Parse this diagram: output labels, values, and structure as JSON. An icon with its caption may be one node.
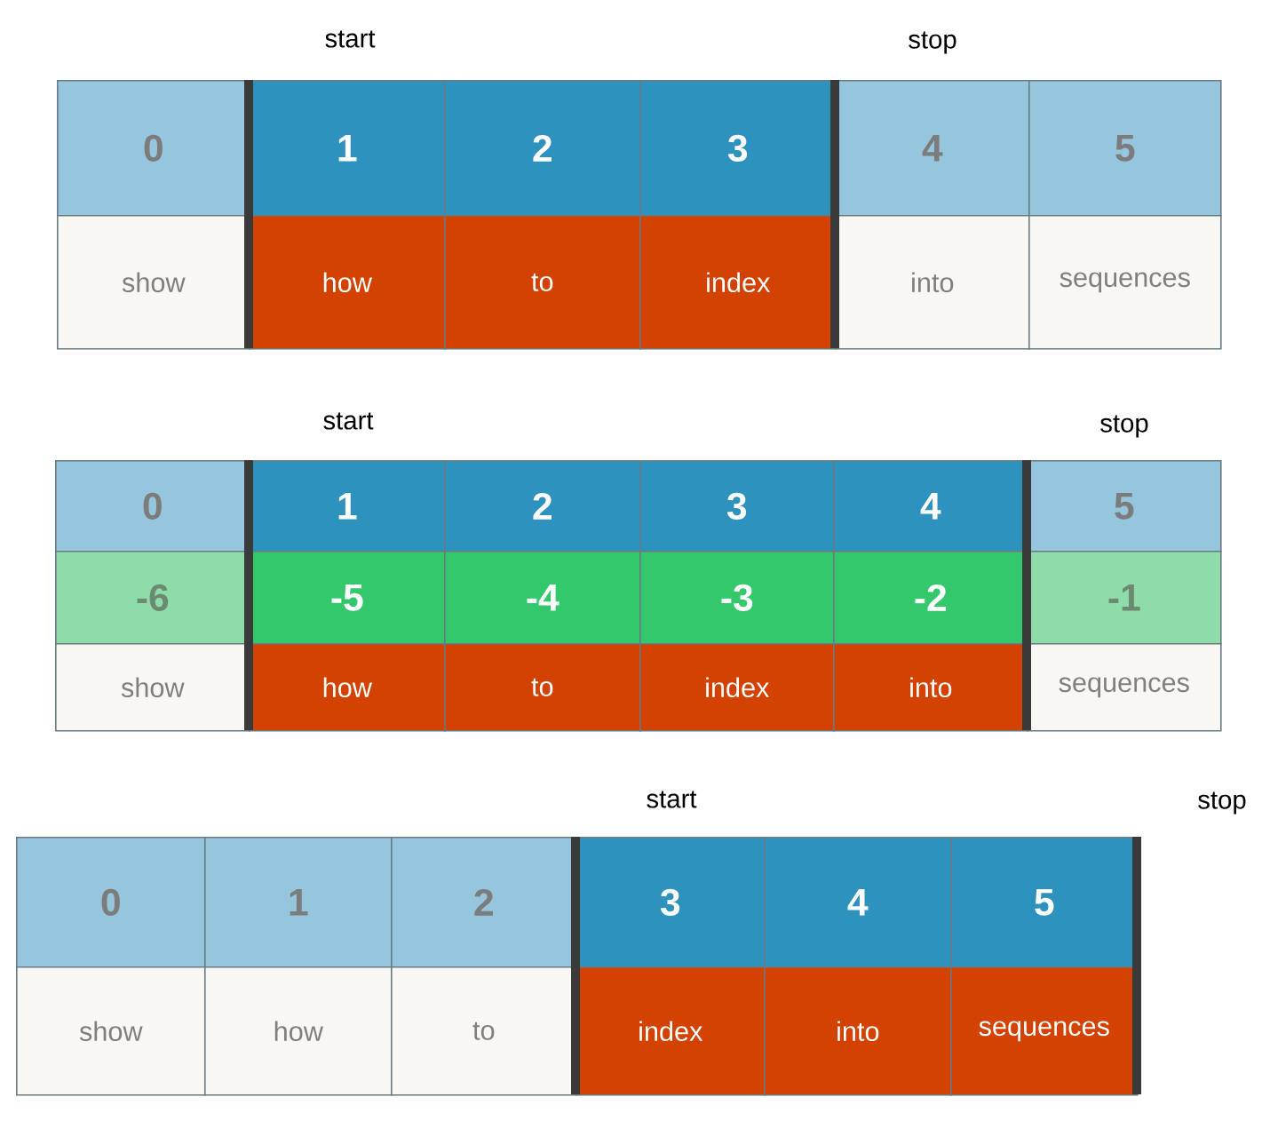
{
  "diagram": {
    "nodes": [
      {
        "text": [
          "0"
        ]
      },
      {
        "text": [
          "1"
        ]
      },
      {
        "text": [
          "2"
        ]
      },
      {
        "text": [
          "3"
        ]
      },
      {
        "text": [
          "4"
        ]
      },
      {
        "text": [
          "5"
        ]
      },
      {
        "text": [
          "show"
        ]
      },
      {
        "text": [
          "how"
        ]
      },
      {
        "text": [
          "to"
        ]
      },
      {
        "text": [
          "index"
        ]
      },
      {
        "text": [
          "into"
        ]
      },
      {
        "text": [
          "sequences"
        ]
      },
      {
        "text": [
          "0"
        ]
      },
      {
        "text": [
          "1"
        ]
      },
      {
        "text": [
          "2"
        ]
      },
      {
        "text": [
          "3"
        ]
      },
      {
        "text": [
          "4"
        ]
      },
      {
        "text": [
          "5"
        ]
      },
      {
        "text": [
          "-6"
        ]
      },
      {
        "text": [
          "-5"
        ]
      },
      {
        "text": [
          "-4"
        ]
      },
      {
        "text": [
          "-3"
        ]
      },
      {
        "text": [
          "-2"
        ]
      },
      {
        "text": [
          "-1"
        ]
      },
      {
        "text": [
          "show"
        ]
      },
      {
        "text": [
          "how"
        ]
      },
      {
        "text": [
          "to"
        ]
      },
      {
        "text": [
          "index"
        ]
      },
      {
        "text": [
          "into"
        ]
      },
      {
        "text": [
          "sequences"
        ]
      },
      {
        "text": [
          "0"
        ]
      },
      {
        "text": [
          "1"
        ]
      },
      {
        "text": [
          "2"
        ]
      },
      {
        "text": [
          "3"
        ]
      },
      {
        "text": [
          "4"
        ]
      },
      {
        "text": [
          "5"
        ]
      },
      {
        "text": [
          "show"
        ]
      },
      {
        "text": [
          "how"
        ]
      },
      {
        "text": [
          "to"
        ]
      },
      {
        "text": [
          "index"
        ]
      },
      {
        "text": [
          "into"
        ]
      },
      {
        "text": [
          "sequences"
        ]
      }
    ],
    "labels": [
      "start",
      "stop",
      "start",
      "stop",
      "start",
      "stop"
    ]
  }
}
